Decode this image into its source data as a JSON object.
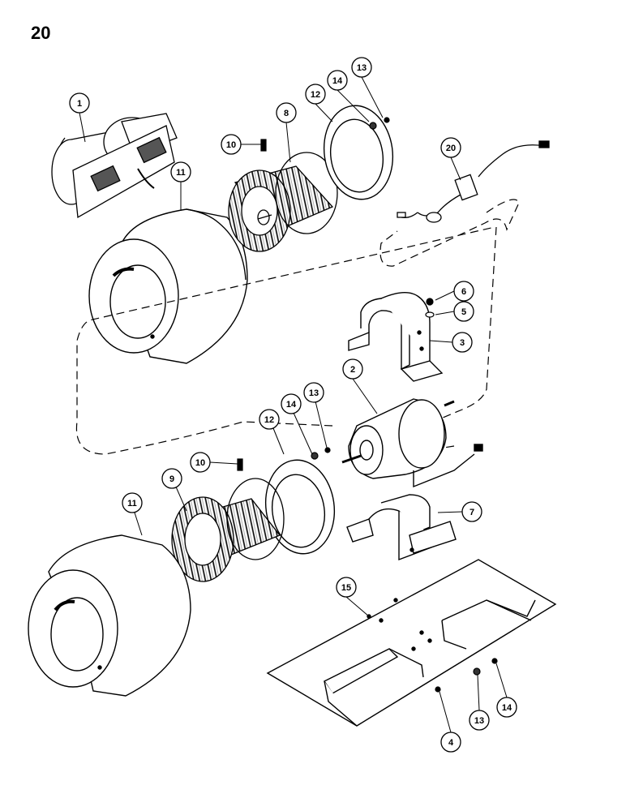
{
  "page_number": "20",
  "callouts": [
    {
      "id": "c1",
      "label": "1"
    },
    {
      "id": "c8",
      "label": "8"
    },
    {
      "id": "c10a",
      "label": "10"
    },
    {
      "id": "c12a",
      "label": "12"
    },
    {
      "id": "c14a",
      "label": "14"
    },
    {
      "id": "c13a",
      "label": "13"
    },
    {
      "id": "c20",
      "label": "20"
    },
    {
      "id": "c11a",
      "label": "11"
    },
    {
      "id": "c6",
      "label": "6"
    },
    {
      "id": "c5",
      "label": "5"
    },
    {
      "id": "c3",
      "label": "3"
    },
    {
      "id": "c2",
      "label": "2"
    },
    {
      "id": "c12b",
      "label": "12"
    },
    {
      "id": "c14b",
      "label": "14"
    },
    {
      "id": "c13b",
      "label": "13"
    },
    {
      "id": "c10b",
      "label": "10"
    },
    {
      "id": "c9",
      "label": "9"
    },
    {
      "id": "c11b",
      "label": "11"
    },
    {
      "id": "c7",
      "label": "7"
    },
    {
      "id": "c15",
      "label": "15"
    },
    {
      "id": "c14c",
      "label": "14"
    },
    {
      "id": "c13c",
      "label": "13"
    },
    {
      "id": "c4",
      "label": "4"
    }
  ]
}
